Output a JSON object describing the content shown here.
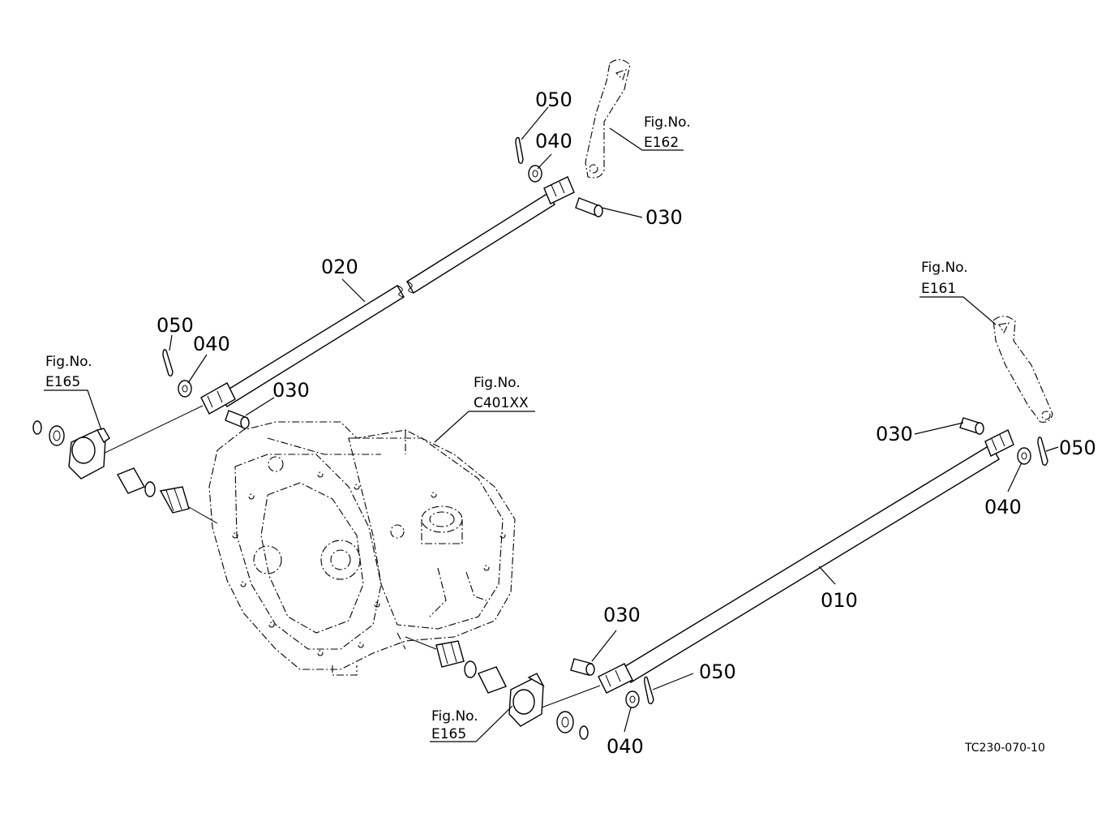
{
  "parts": {
    "p010": "010",
    "p020": "020",
    "p030_top": "030",
    "p030_left": "030",
    "p030_right": "030",
    "p030_bottom": "030",
    "p040_top": "040",
    "p040_left": "040",
    "p040_right": "040",
    "p040_bottom": "040",
    "p050_top": "050",
    "p050_left": "050",
    "p050_right": "050",
    "p050_bottom": "050"
  },
  "figrefs": {
    "label": "Fig.No.",
    "e162": "E162",
    "e161": "E161",
    "e165_left": "E165",
    "e165_bottom": "E165",
    "c401xx": "C401XX"
  },
  "drawing_code": "TC230-070-10"
}
